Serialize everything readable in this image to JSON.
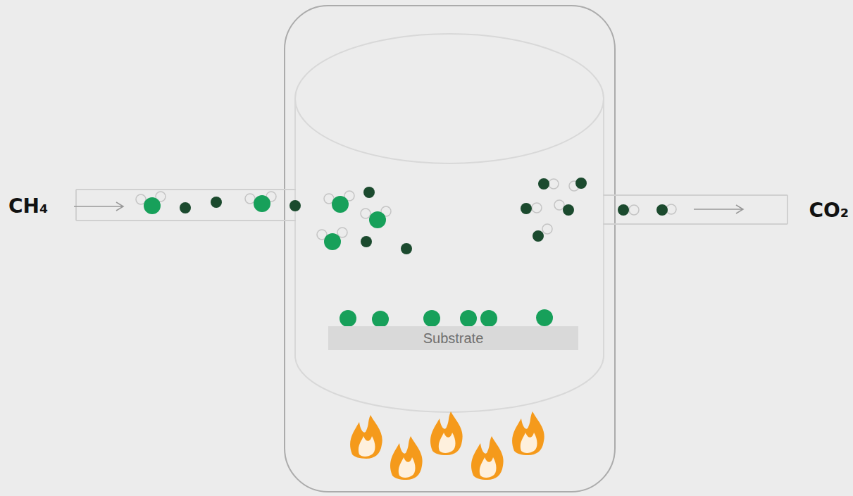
{
  "diagram": {
    "nodes": [
      {
        "text": [
          "Substrate"
        ]
      }
    ],
    "labels": [
      "CH₄",
      "CO₂"
    ]
  }
}
